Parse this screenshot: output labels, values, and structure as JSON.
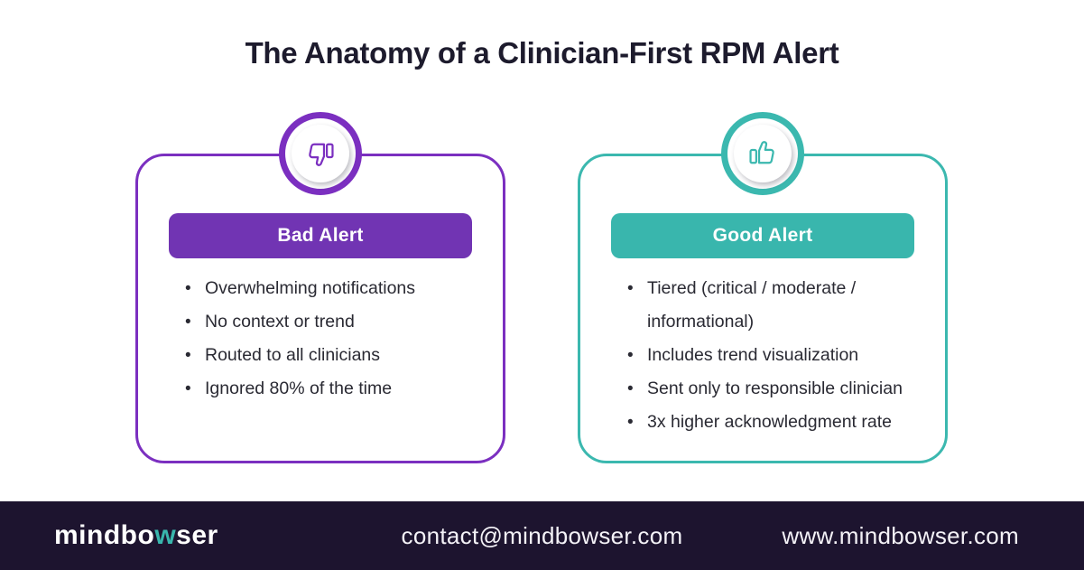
{
  "title": "The Anatomy of a Clinician-First RPM Alert",
  "colors": {
    "purple_accent": "#7134b3",
    "purple_border": "#7b2fc0",
    "teal_accent": "#39b6ad",
    "teal_border": "#3bb8af",
    "footer_background": "#1d142f",
    "title_text": "#1d1b2d",
    "body_text": "#2a2a33"
  },
  "cards": [
    {
      "label": "Bad Alert",
      "icon": "thumbs-down-icon",
      "items": [
        "Overwhelming notifications",
        "No context or trend",
        "Routed to all clinicians",
        "Ignored 80% of the time"
      ]
    },
    {
      "label": "Good Alert",
      "icon": "thumbs-up-icon",
      "items": [
        "Tiered (critical / moderate / informational)",
        "Includes trend visualization",
        "Sent only to responsible clinician",
        "3x higher acknowledgment rate"
      ]
    }
  ],
  "footer": {
    "logo_prefix": "mindbo",
    "logo_accent": "w",
    "logo_suffix": "ser",
    "email": "contact@mindbowser.com",
    "website": "www.mindbowser.com"
  }
}
